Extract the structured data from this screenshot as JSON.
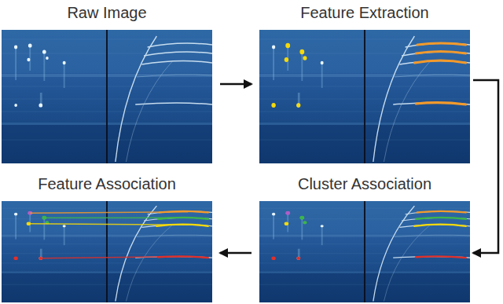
{
  "diagram": {
    "nodes": [
      {
        "text": [
          "Raw Image"
        ]
      },
      {
        "text": [
          "Feature Extraction"
        ]
      },
      {
        "text": [
          "Feature Association"
        ]
      },
      {
        "text": [
          "Cluster Association"
        ]
      }
    ],
    "edges": [
      {
        "from": 0,
        "to": 1,
        "arrow": "to"
      },
      {
        "from": 1,
        "to": 3,
        "arrow": "to"
      },
      {
        "from": 3,
        "to": 2,
        "arrow": "to"
      }
    ]
  }
}
